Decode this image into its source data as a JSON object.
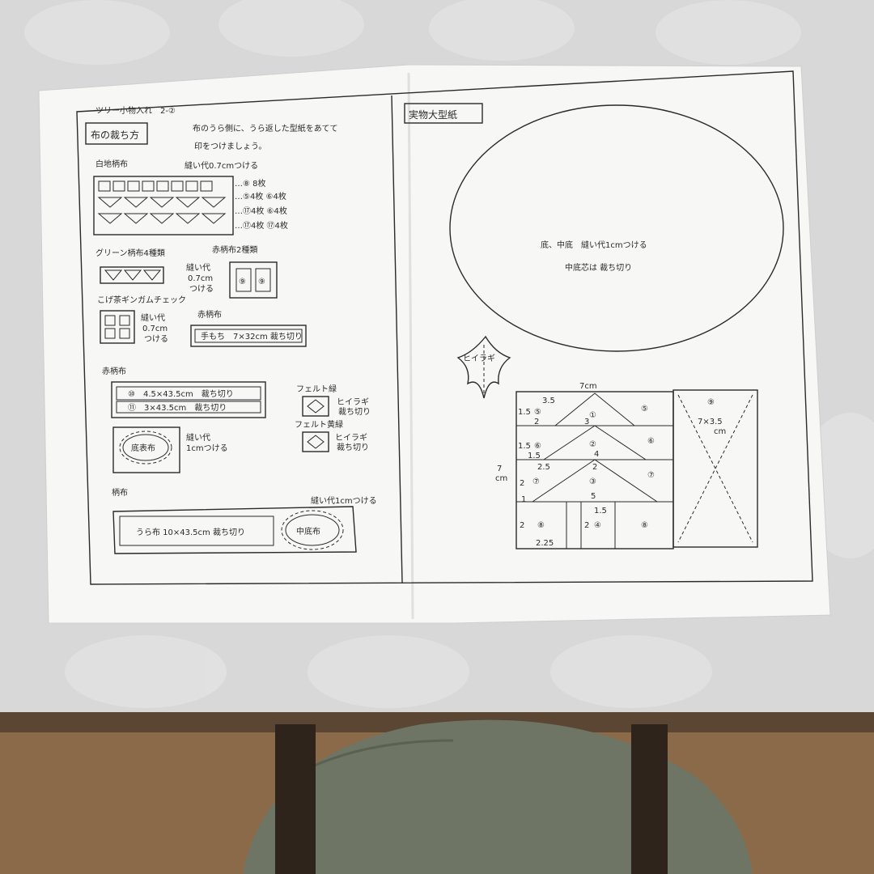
{
  "sheet": {
    "header": "ツリー小物入れ　2-②",
    "left": {
      "title": "布の裁ち方",
      "note_line1": "布のうら側に、うら返した型紙をあてて",
      "note_line2": "印をつけましょう。",
      "white_fabric": {
        "label": "白地柄布",
        "seam": "縫い代0.7cmつける",
        "counts": [
          "…⑧ 8枚",
          "…⑤4枚 ⑥4枚",
          "…⑰4枚 ⑥4枚",
          "…⑰4枚 ⑰4枚"
        ]
      },
      "green_fabric": {
        "label": "グリーン柄布4種類",
        "seam_line1": "縫い代",
        "seam_line2": "0.7cm",
        "seam_line3": "つける"
      },
      "red_fabric_2": {
        "label": "赤柄布2種類",
        "piece_a": "⑨",
        "piece_b": "⑨"
      },
      "gingham": {
        "label": "こげ茶ギンガムチェック",
        "seam_line1": "縫い代",
        "seam_line2": "0.7cm",
        "seam_line3": "つける"
      },
      "red_handle": {
        "label": "赤柄布",
        "strip": "手もち　7×32cm 裁ち切り"
      },
      "red_strips": {
        "label": "赤柄布",
        "strip1": "⑩　4.5×43.5cm　裁ち切り",
        "strip2": "⑪　3×43.5cm　裁ち切り"
      },
      "bottom_outer": {
        "label": "底表布",
        "seam_line1": "縫い代",
        "seam_line2": "1cmつける"
      },
      "felt_green": {
        "label": "フェルト緑",
        "note_line1": "ヒイラギ",
        "note_line2": "裁ち切り"
      },
      "felt_yellow": {
        "label": "フェルト黄緑",
        "note_line1": "ヒイラギ",
        "note_line2": "裁ち切り"
      },
      "pattern_fabric": {
        "label": "柄布",
        "seam": "縫い代1cmつける",
        "strip": "うら布 10×43.5cm 裁ち切り",
        "mid_bottom": "中底布"
      }
    },
    "right": {
      "title": "実物大型紙",
      "oval_line1": "底、中底　縫い代1cmつける",
      "oval_line2": "中底芯は 裁ち切り",
      "holly": "ヒイラギ",
      "tree": {
        "width_label": "7cm",
        "height_label_1": "7",
        "height_label_2": "cm",
        "dims": [
          "3.5",
          "1.5",
          "2",
          "3",
          "1.5",
          "1.5",
          "4",
          "2.5",
          "2",
          "2",
          "5",
          "1",
          "1.5",
          "2",
          "2",
          "2.25"
        ],
        "pieces": [
          "⑤",
          "①",
          "⑤",
          "⑥",
          "②",
          "⑥",
          "⑦",
          "③",
          "⑦",
          "⑧",
          "④",
          "⑧",
          "⑨"
        ],
        "side_panel": "7×3.5",
        "side_panel_unit": "cm"
      }
    }
  }
}
